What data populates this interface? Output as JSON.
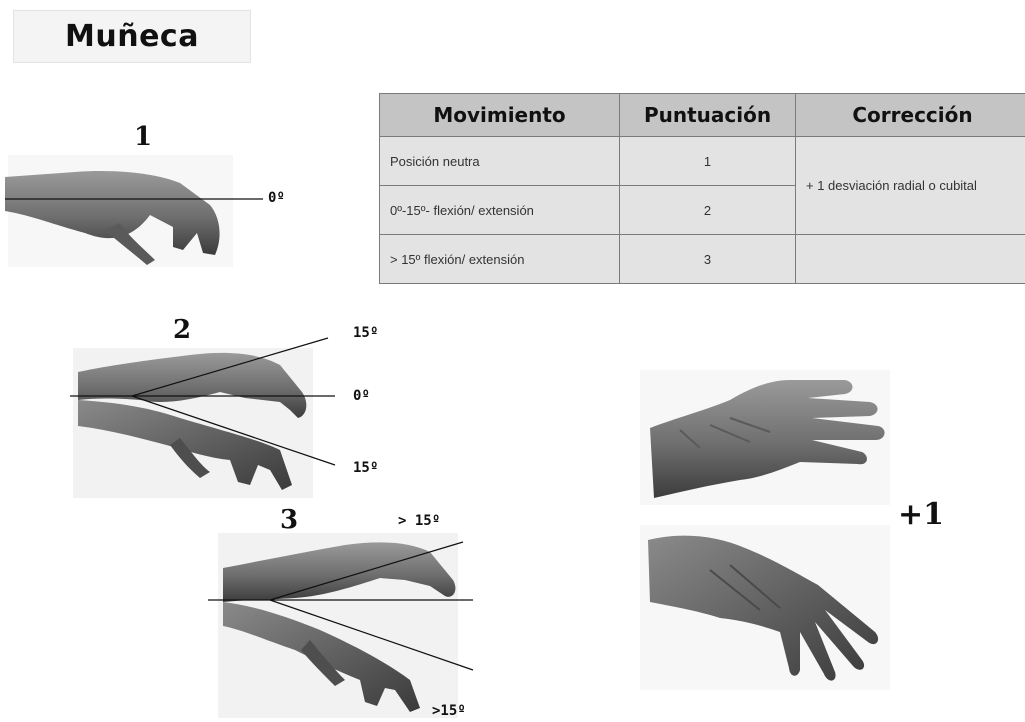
{
  "title": "Muñeca",
  "table": {
    "headers": [
      "Movimiento",
      "Puntuación",
      "Corrección"
    ],
    "rows": [
      {
        "movement": "Posición neutra",
        "score": "1"
      },
      {
        "movement": "0º-15º- flexión/ extensión",
        "score": "2"
      },
      {
        "movement": "> 15º flexión/ extensión",
        "score": "3"
      }
    ],
    "correction": "+ 1 desviación radial o cubital"
  },
  "figures": {
    "fig1": {
      "number": "1",
      "angle": "0º"
    },
    "fig2": {
      "number": "2",
      "angle_top": "15º",
      "angle_mid": "0º",
      "angle_bottom": "15º"
    },
    "fig3": {
      "number": "3",
      "angle_top": "> 15º",
      "angle_bottom": ">15º"
    },
    "deviation": {
      "label": "+1"
    }
  },
  "colors": {
    "hand": "#6e6e6e",
    "header_bg": "#c4c4c4",
    "cell_bg": "#e3e3e3"
  }
}
